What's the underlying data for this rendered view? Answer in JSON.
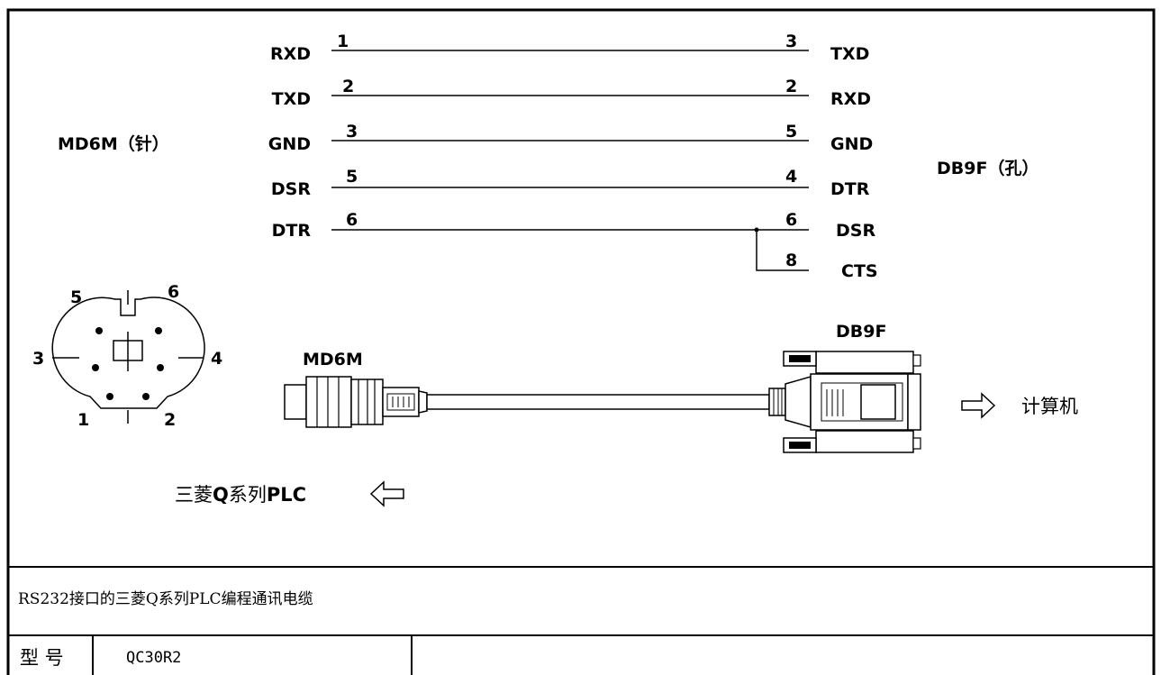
{
  "left_connector": {
    "name": "MD6M（针）"
  },
  "right_connector": {
    "name": "DB9F（孔）"
  },
  "wires": [
    {
      "left_signal": "RXD",
      "left_pin": "1",
      "right_pin": "3",
      "right_signal": "TXD"
    },
    {
      "left_signal": "TXD",
      "left_pin": "2",
      "right_pin": "2",
      "right_signal": "RXD"
    },
    {
      "left_signal": "GND",
      "left_pin": "3",
      "right_pin": "5",
      "right_signal": "GND"
    },
    {
      "left_signal": "DSR",
      "left_pin": "5",
      "right_pin": "4",
      "right_signal": "DTR"
    },
    {
      "left_signal": "DTR",
      "left_pin": "6",
      "right_pin": "6",
      "right_signal": "DSR"
    }
  ],
  "branch": {
    "right_pin": "8",
    "right_signal": "CTS"
  },
  "pinout": {
    "pins": [
      "1",
      "2",
      "3",
      "4",
      "5",
      "6"
    ]
  },
  "cable": {
    "left_plug_label": "MD6M",
    "right_plug_label": "DB9F",
    "right_target": "计算机",
    "left_target_prefix": "三菱",
    "left_target_q": "Q",
    "left_target_mid": "系列",
    "left_target_plc": "PLC"
  },
  "description": "RS232接口的三菱Q系列PLC编程通讯电缆",
  "model": {
    "label": "型 号",
    "value": "QC30R2"
  }
}
